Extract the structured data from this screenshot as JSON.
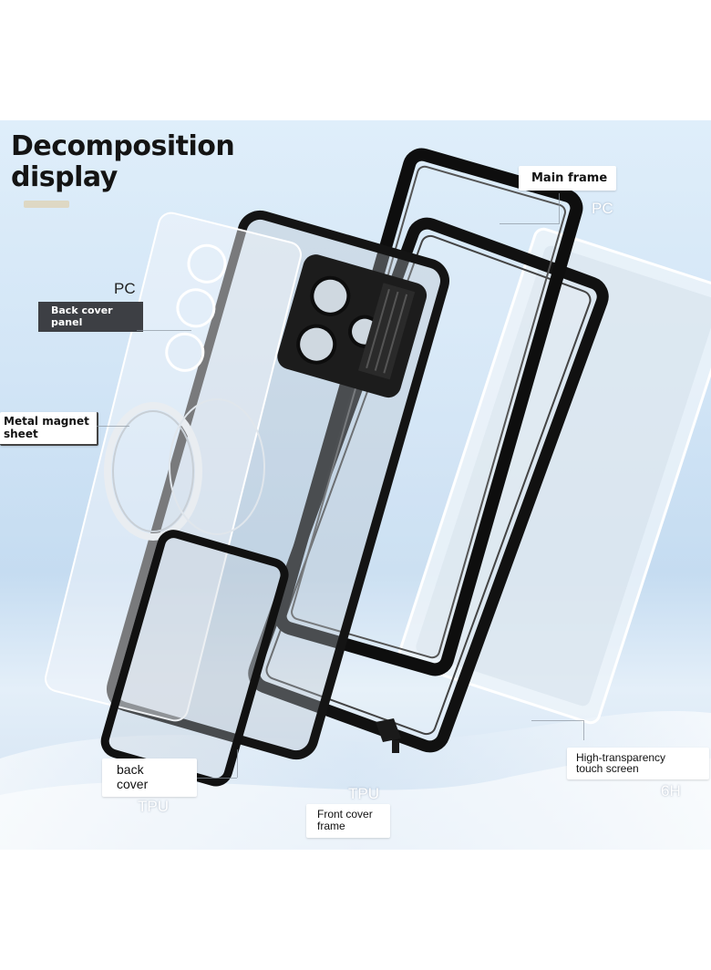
{
  "title": {
    "line1": "Decomposition",
    "line2": "display"
  },
  "labels": {
    "main_frame": "Main frame",
    "main_frame_material": "PC",
    "back_cover_panel_line1": "Back cover",
    "back_cover_panel_line2": "panel",
    "back_cover_panel_material": "PC",
    "metal_magnet_line1": "Metal magnet",
    "metal_magnet_line2": "sheet",
    "back_cover_line1": "back",
    "back_cover_line2": "cover",
    "back_cover_material": "TPU",
    "front_cover_frame_line1": "Front cover",
    "front_cover_frame_line2": "frame",
    "front_cover_frame_material": "TPU",
    "screen_line1": "High-transparency",
    "screen_line2": "touch screen",
    "screen_material": "6H"
  }
}
